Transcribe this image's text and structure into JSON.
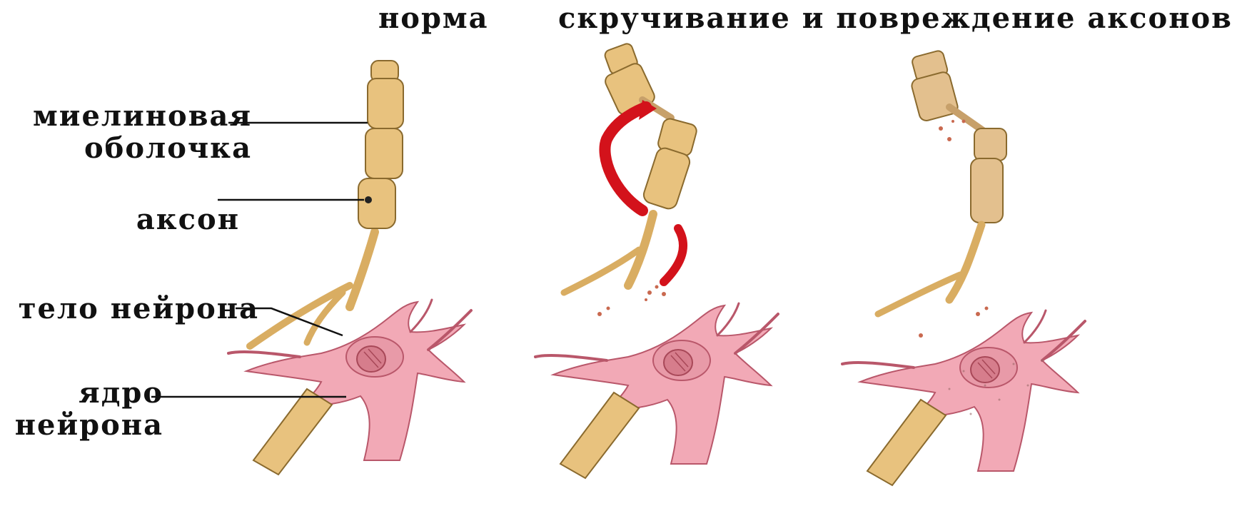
{
  "titles": {
    "normal": "норма",
    "damage": "скручивание и повреждение аксонов"
  },
  "labels": {
    "myelin": [
      "миелиновая",
      "оболочка"
    ],
    "axon": "аксон",
    "soma": "тело нейрона",
    "nucleus": [
      "ядро",
      "нейрона"
    ]
  },
  "colors": {
    "myelin": "#e8c27e",
    "myelin_outline": "#8a6a2e",
    "soma": "#f2a9b6",
    "soma_outline": "#b9576a",
    "nucleus": "#d67d8c",
    "arrow": "#d3121b",
    "text": "#111111"
  }
}
